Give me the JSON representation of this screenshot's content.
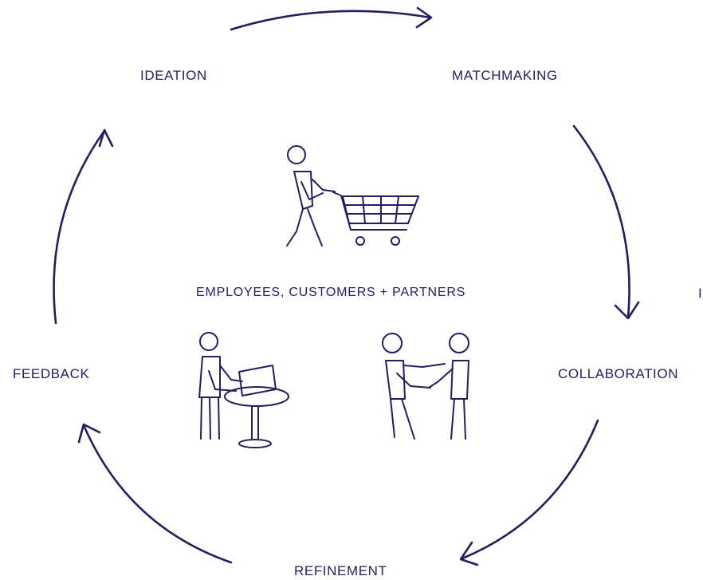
{
  "cycle": {
    "steps": [
      "IDEATION",
      "MATCHMAKING",
      "COLLABORATION",
      "REFINEMENT",
      "FEEDBACK"
    ]
  },
  "center": {
    "label": "EMPLOYEES, CUSTOMERS + PARTNERS"
  },
  "stray_mark": "I",
  "colors": {
    "ink": "#2a1a5e",
    "background": "#ffffff"
  },
  "icons": [
    "arrow-icon",
    "shopping-cart-person-icon",
    "laptop-person-icon",
    "handshake-people-icon"
  ]
}
